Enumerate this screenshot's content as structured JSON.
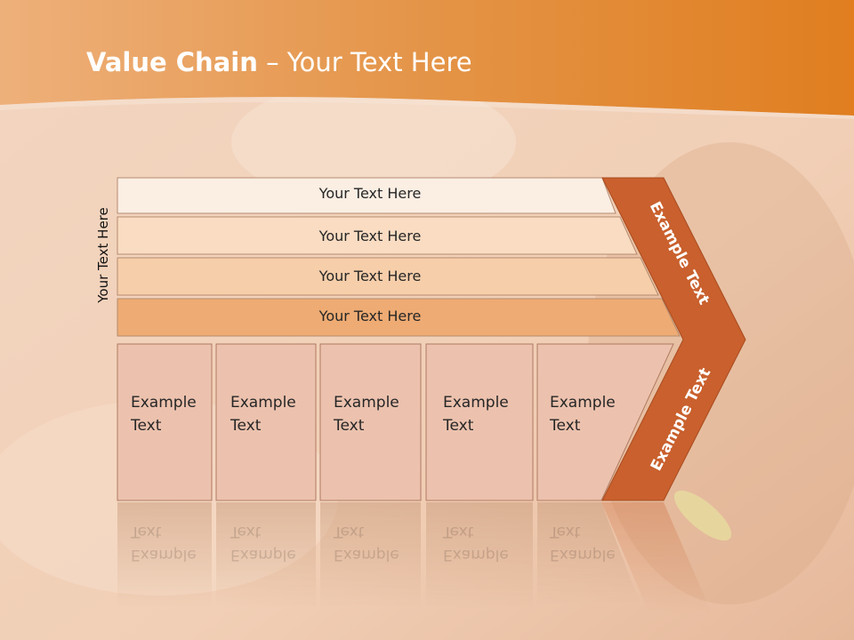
{
  "title": {
    "bold": "Value Chain",
    "rest": " – Your Text Here"
  },
  "side_label": "Your Text Here",
  "rows": [
    {
      "label": "Your Text Here",
      "color": "#fbeee3"
    },
    {
      "label": "Your Text Here",
      "color": "#f9dcc2"
    },
    {
      "label": "Your Text Here",
      "color": "#f6ceaa"
    },
    {
      "label": "Your Text Here",
      "color": "#eeab73"
    }
  ],
  "columns": [
    {
      "line1": "Example",
      "line2": "Text"
    },
    {
      "line1": "Example",
      "line2": "Text"
    },
    {
      "line1": "Example",
      "line2": "Text"
    },
    {
      "line1": "Example",
      "line2": "Text"
    },
    {
      "line1": "Example",
      "line2": "Text"
    }
  ],
  "chevron": {
    "upper": "Example Text",
    "lower": "Example Text",
    "color": "#c9602d"
  },
  "colors": {
    "header": "#e07e20",
    "box": "#ecc2ae",
    "box_border": "#b07a62"
  }
}
